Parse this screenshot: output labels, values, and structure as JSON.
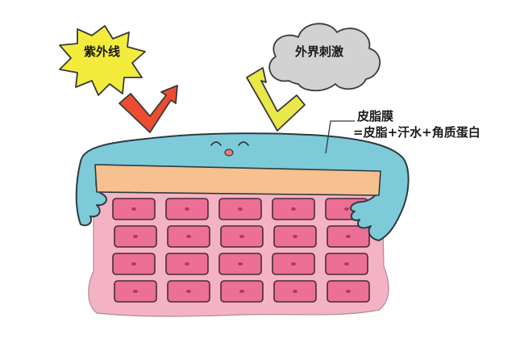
{
  "labels": {
    "uv": "紫外线",
    "external_stimulus": "外界刺激",
    "sebum_film": "皮脂膜",
    "sebum_formula": "=皮脂+汗水+角质蛋白"
  },
  "colors": {
    "uv_burst": "#f3ec3d",
    "stimulus_cloud": "#d2d2d2",
    "uv_arrow": "#ec4d32",
    "stimulus_arrow": "#e8e84a",
    "sebum_film": "#7dcbd9",
    "stratum_corneum": "#f6c08f",
    "skin_tissue": "#f4b3c4",
    "cell": "#ec6f96",
    "nucleus": "#c0305c"
  },
  "grid": {
    "rows": 4,
    "columns": 5
  }
}
